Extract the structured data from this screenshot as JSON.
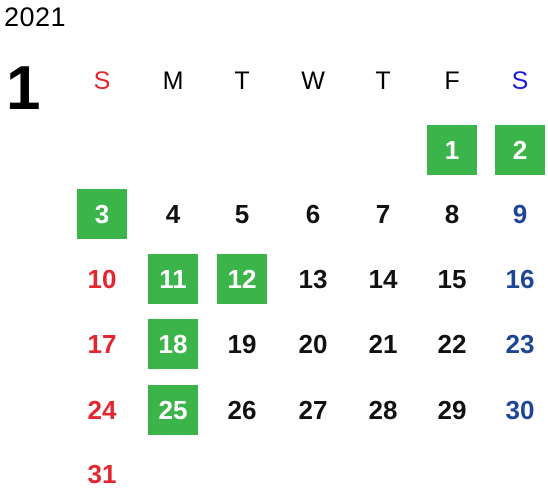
{
  "calendar": {
    "year": "2021",
    "month": "1",
    "weekdays": [
      "S",
      "M",
      "T",
      "W",
      "T",
      "F",
      "S"
    ],
    "colors": {
      "sunday": "#e3262f",
      "saturday": "#1e4596",
      "saturday_header": "#1a1ad6",
      "weekday": "#111111",
      "holiday_bg": "#3bb54a",
      "holiday_text": "#ffffff"
    },
    "weeks": [
      [
        null,
        null,
        null,
        null,
        null,
        {
          "day": "1",
          "holiday": true
        },
        {
          "day": "2",
          "holiday": true
        }
      ],
      [
        {
          "day": "3",
          "holiday": true
        },
        {
          "day": "4"
        },
        {
          "day": "5"
        },
        {
          "day": "6"
        },
        {
          "day": "7"
        },
        {
          "day": "8"
        },
        {
          "day": "9"
        }
      ],
      [
        {
          "day": "10"
        },
        {
          "day": "11",
          "holiday": true
        },
        {
          "day": "12",
          "holiday": true
        },
        {
          "day": "13"
        },
        {
          "day": "14"
        },
        {
          "day": "15"
        },
        {
          "day": "16"
        }
      ],
      [
        {
          "day": "17"
        },
        {
          "day": "18",
          "holiday": true
        },
        {
          "day": "19"
        },
        {
          "day": "20"
        },
        {
          "day": "21"
        },
        {
          "day": "22"
        },
        {
          "day": "23"
        }
      ],
      [
        {
          "day": "24"
        },
        {
          "day": "25",
          "holiday": true
        },
        {
          "day": "26"
        },
        {
          "day": "27"
        },
        {
          "day": "28"
        },
        {
          "day": "29"
        },
        {
          "day": "30"
        }
      ],
      [
        {
          "day": "31"
        },
        null,
        null,
        null,
        null,
        null,
        null
      ]
    ]
  }
}
